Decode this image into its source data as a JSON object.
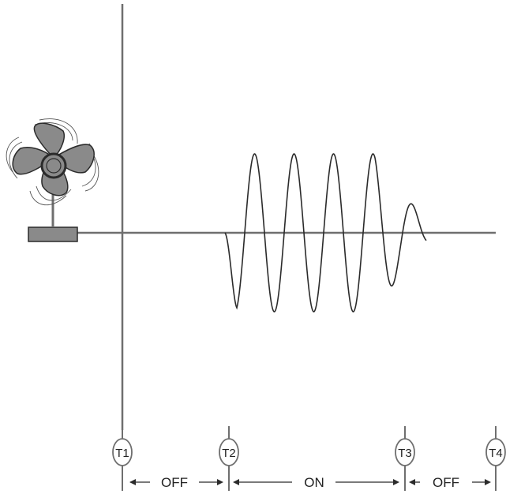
{
  "diagram": {
    "colors": {
      "line": "#6f6f6f",
      "wave": "#2b2b2b",
      "fan_fill": "#8a8a8a",
      "fan_stroke": "#2b2b2b",
      "text": "#222222"
    },
    "fan": {
      "icon": "fan-icon"
    },
    "markers": [
      {
        "label": "T1"
      },
      {
        "label": "T2"
      },
      {
        "label": "T3"
      },
      {
        "label": "T4"
      }
    ],
    "segments": [
      {
        "label": "OFF"
      },
      {
        "label": "ON"
      },
      {
        "label": "OFF"
      }
    ]
  }
}
